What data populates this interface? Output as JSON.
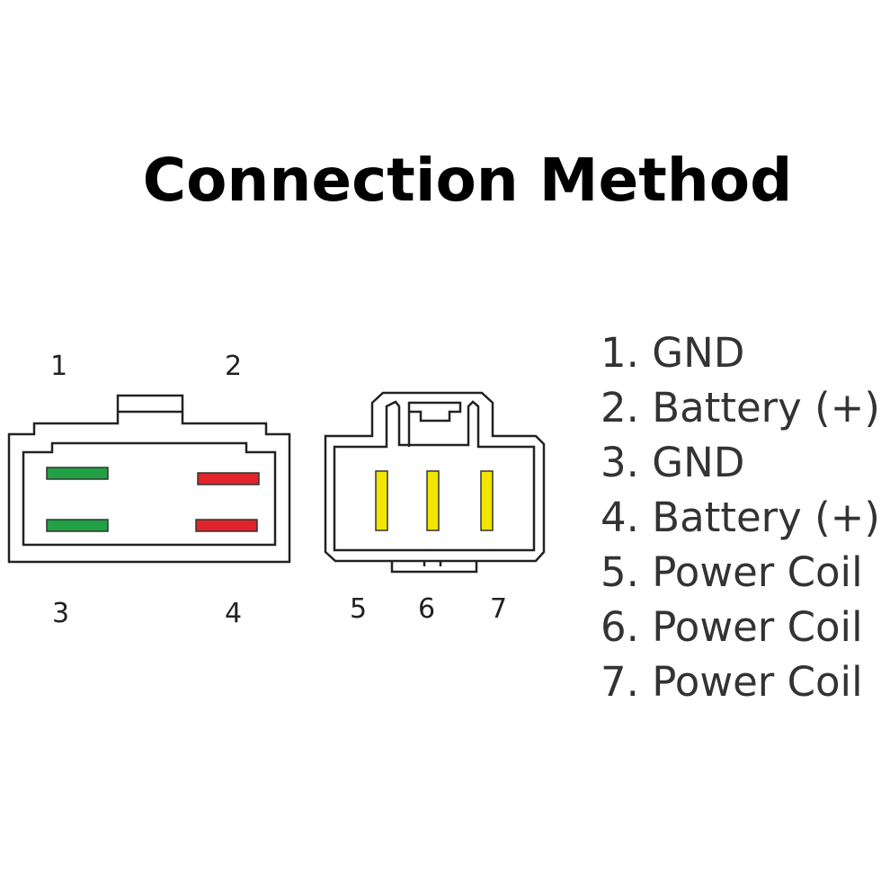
{
  "title": "Connection Method",
  "connector_a": {
    "pins": [
      "1",
      "2",
      "3",
      "4"
    ],
    "colors": {
      "gnd": "#22a045",
      "battery": "#e0242c"
    }
  },
  "connector_b": {
    "pins": [
      "5",
      "6",
      "7"
    ],
    "colors": {
      "coil": "#f2e600"
    }
  },
  "legend": [
    {
      "num": "1.",
      "label": "GND"
    },
    {
      "num": "2.",
      "label": "Battery (+)"
    },
    {
      "num": "3.",
      "label": "GND"
    },
    {
      "num": "4.",
      "label": "Battery (+)"
    },
    {
      "num": "5.",
      "label": "Power Coil"
    },
    {
      "num": "6.",
      "label": "Power Coil"
    },
    {
      "num": "7.",
      "label": "Power Coil"
    }
  ]
}
